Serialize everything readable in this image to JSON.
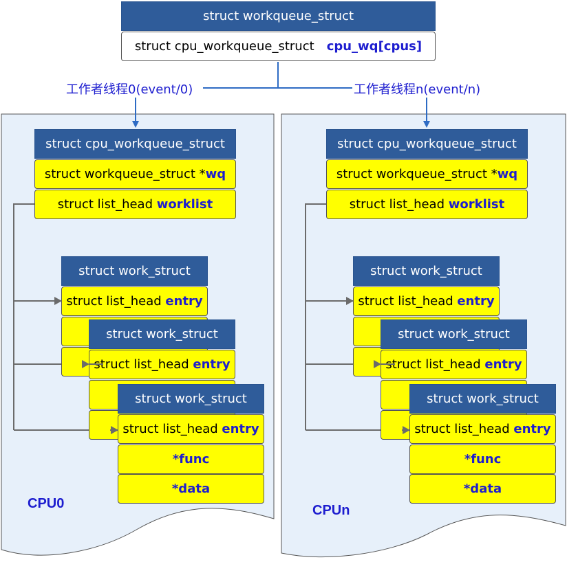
{
  "top": {
    "wq_header": "struct workqueue_struct",
    "cpu_wq_type": "struct cpu_workqueue_struct",
    "cpu_wq_name": "cpu_wq[cpus]"
  },
  "workers": [
    {
      "label": "工作者线程0(event/0)"
    },
    {
      "label": "工作者线程n(event/n)"
    }
  ],
  "cpus": [
    {
      "name": "CPU0",
      "cwq_header": "struct cpu_workqueue_struct",
      "wq_type": "struct workqueue_struct *",
      "wq_name": "wq",
      "worklist_type": "struct list_head ",
      "worklist_name": "worklist",
      "works": [
        {
          "header": "struct work_struct",
          "entry_type": "struct list_head ",
          "entry_name": "entry"
        },
        {
          "header": "struct work_struct",
          "entry_type": "struct list_head ",
          "entry_name": "entry"
        },
        {
          "header": "struct work_struct",
          "entry_type": "struct list_head ",
          "entry_name": "entry",
          "func": "*func",
          "data": "*data"
        }
      ]
    },
    {
      "name": "CPUn",
      "cwq_header": "struct cpu_workqueue_struct",
      "wq_type": "struct workqueue_struct *",
      "wq_name": "wq",
      "worklist_type": "struct list_head ",
      "worklist_name": "worklist",
      "works": [
        {
          "header": "struct work_struct",
          "entry_type": "struct list_head ",
          "entry_name": "entry"
        },
        {
          "header": "struct work_struct",
          "entry_type": "struct list_head ",
          "entry_name": "entry"
        },
        {
          "header": "struct work_struct",
          "entry_type": "struct list_head ",
          "entry_name": "entry",
          "func": "*func",
          "data": "*data"
        }
      ]
    }
  ],
  "colors": {
    "header_bg": "#2f5c9a",
    "field_bg": "#ffff00",
    "panel_bg": "#e7f0fa",
    "keyword": "#1d1dcf",
    "connector": "#2d6bc4"
  }
}
